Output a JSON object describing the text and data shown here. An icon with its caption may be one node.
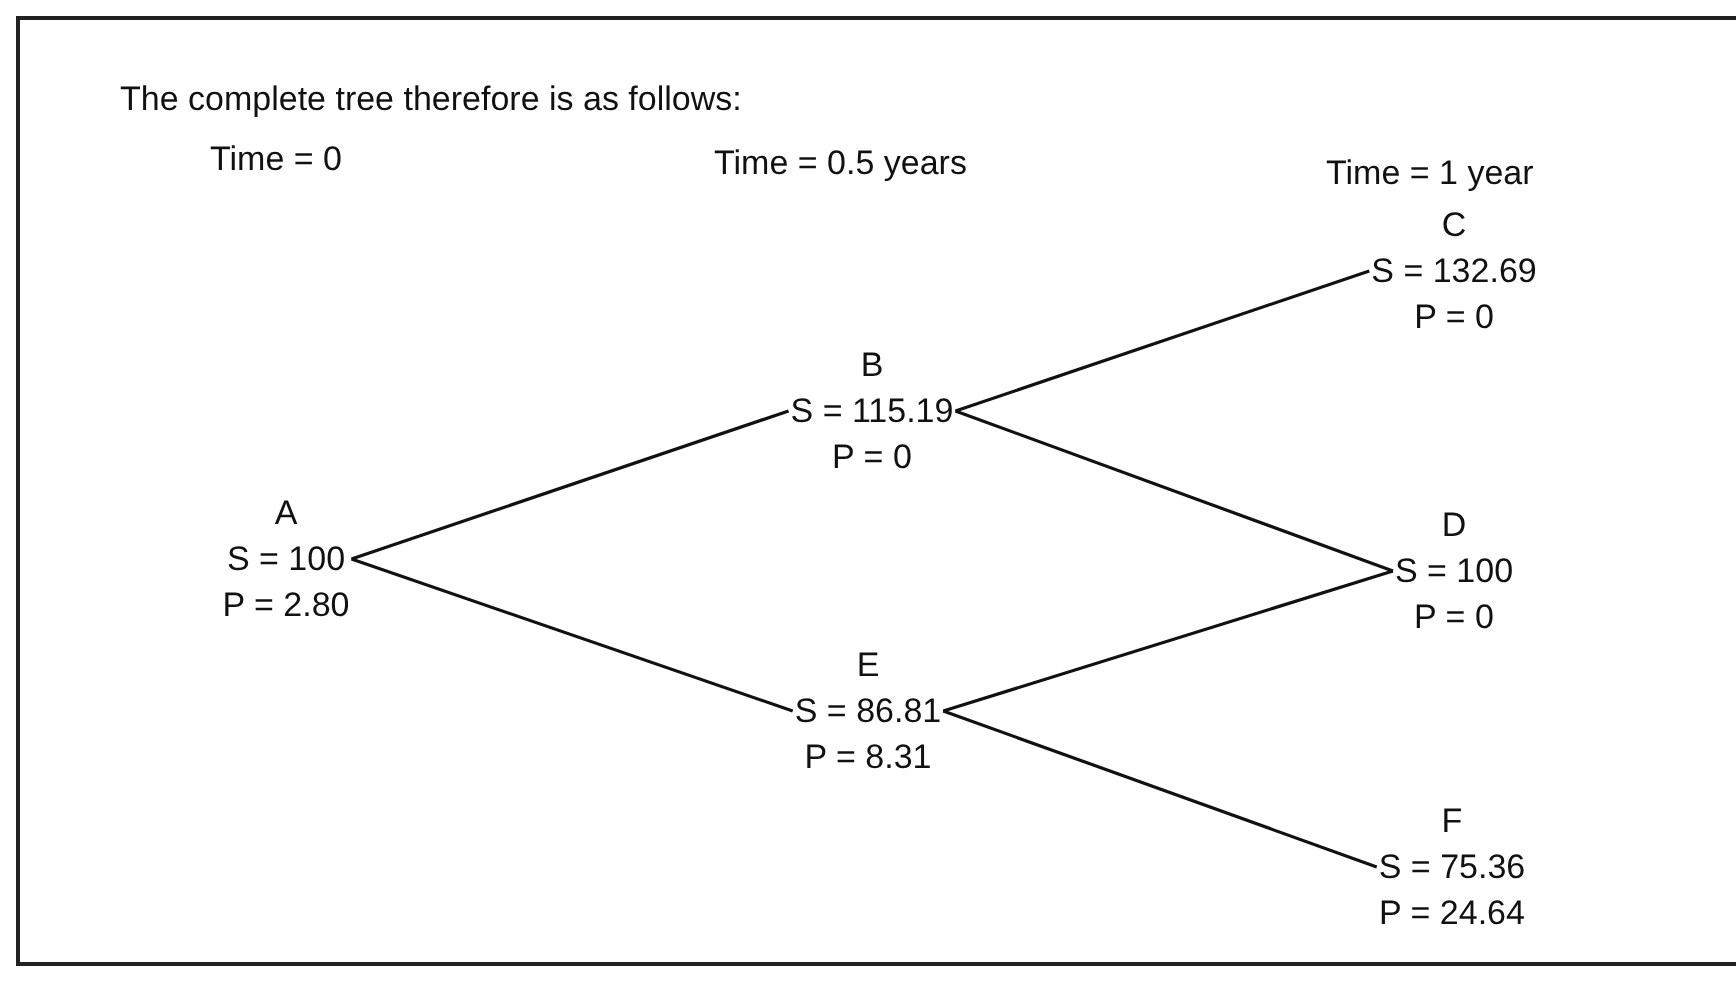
{
  "diagram": {
    "nodes": [
      {
        "text": [
          "A",
          "S = 100",
          "P = 2.80"
        ]
      },
      {
        "text": [
          "B",
          "S = 115.19",
          "P = 0"
        ]
      },
      {
        "text": [
          "C",
          "S = 132.69",
          "P = 0"
        ]
      },
      {
        "text": [
          "D",
          "S = 100",
          "P = 0"
        ]
      },
      {
        "text": [
          "E",
          "S = 86.81",
          "P = 8.31"
        ]
      },
      {
        "text": [
          "F",
          "S = 75.36",
          "P = 24.64"
        ]
      }
    ],
    "edges": [
      {
        "from": 0,
        "to": 1,
        "arrow": "none"
      },
      {
        "from": 0,
        "to": 4,
        "arrow": "none"
      },
      {
        "from": 1,
        "to": 2,
        "arrow": "none"
      },
      {
        "from": 1,
        "to": 3,
        "arrow": "none"
      },
      {
        "from": 4,
        "to": 3,
        "arrow": "none"
      },
      {
        "from": 4,
        "to": 5,
        "arrow": "none"
      }
    ],
    "labels": [
      "The complete tree therefore is as follows:",
      "Time = 0",
      "Time = 0.5 years",
      "Time = 1 year"
    ]
  }
}
